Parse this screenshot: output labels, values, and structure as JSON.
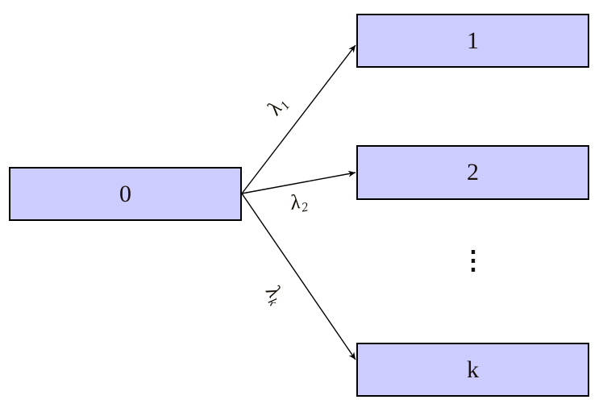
{
  "diagram": {
    "background_color": "#ffffff",
    "node_fill_color": "#ccccff",
    "node_border_color": "#000000",
    "edge_color": "#000000",
    "nodes": {
      "source": {
        "label": "0"
      },
      "n1": {
        "label": "1"
      },
      "n2": {
        "label": "2"
      },
      "nk": {
        "label": "k"
      }
    },
    "ellipsis": "⋮",
    "edges": [
      {
        "from": "0",
        "to": "1",
        "label_base": "λ",
        "label_sub": "1"
      },
      {
        "from": "0",
        "to": "2",
        "label_base": "λ",
        "label_sub": "2"
      },
      {
        "from": "0",
        "to": "k",
        "label_base": "λ",
        "label_sub": "k"
      }
    ]
  }
}
